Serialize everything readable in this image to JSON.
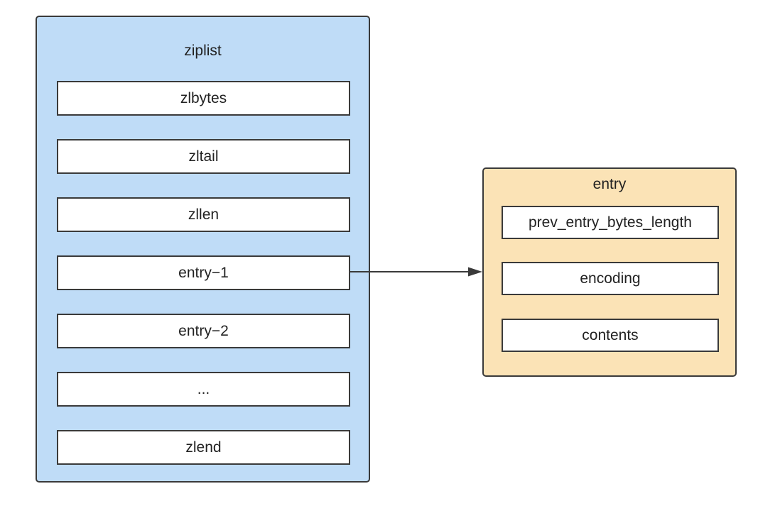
{
  "colors": {
    "ziplist_fill": "#bfdcf7",
    "entry_fill": "#fbe3b6",
    "field_fill": "#ffffff",
    "stroke": "#3a3a3a"
  },
  "ziplist": {
    "title": "ziplist",
    "fields": [
      "zlbytes",
      "zltail",
      "zllen",
      "entry−1",
      "entry−2",
      "...",
      "zlend"
    ]
  },
  "entry": {
    "title": "entry",
    "fields": [
      "prev_entry_bytes_length",
      "encoding",
      "contents"
    ]
  },
  "connector": {
    "from": "entry−1",
    "to": "entry"
  }
}
